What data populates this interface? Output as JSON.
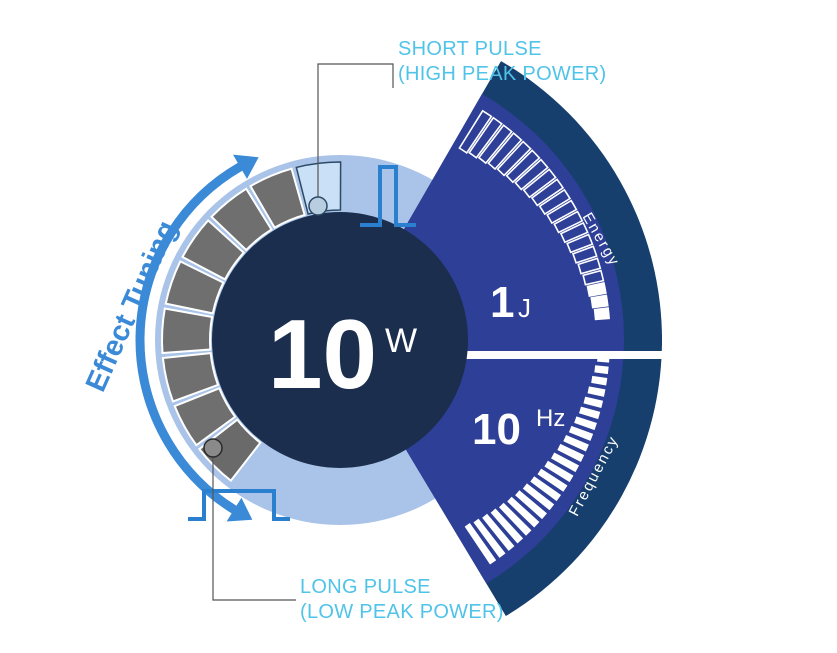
{
  "diagram": {
    "tuning_label": "Effect Tuning",
    "short_pulse_line1": "SHORT PULSE",
    "short_pulse_line2": "(HIGH PEAK POWER)",
    "long_pulse_line1": "LONG PULSE",
    "long_pulse_line2": "(LOW PEAK POWER)",
    "power_value": "10",
    "power_unit": "W",
    "energy_value": "1",
    "energy_unit": "J",
    "energy_label": "Energy",
    "frequency_value": "10",
    "frequency_unit": "Hz",
    "frequency_label": "Frequency"
  },
  "colors": {
    "center_disc": "#1b2e4d",
    "halo": "#a9c4e8",
    "sector_dark": "#173f6e",
    "sector_inner": "#2e3f97",
    "accent_blue": "#3a8ad8",
    "callout_text": "#4fc3e8",
    "segment_gray": "#6f6f70",
    "segment_active": "#c9e0f6"
  },
  "icons": [
    "short-pulse-waveform-icon",
    "long-pulse-waveform-icon",
    "curved-arrow-icon"
  ]
}
